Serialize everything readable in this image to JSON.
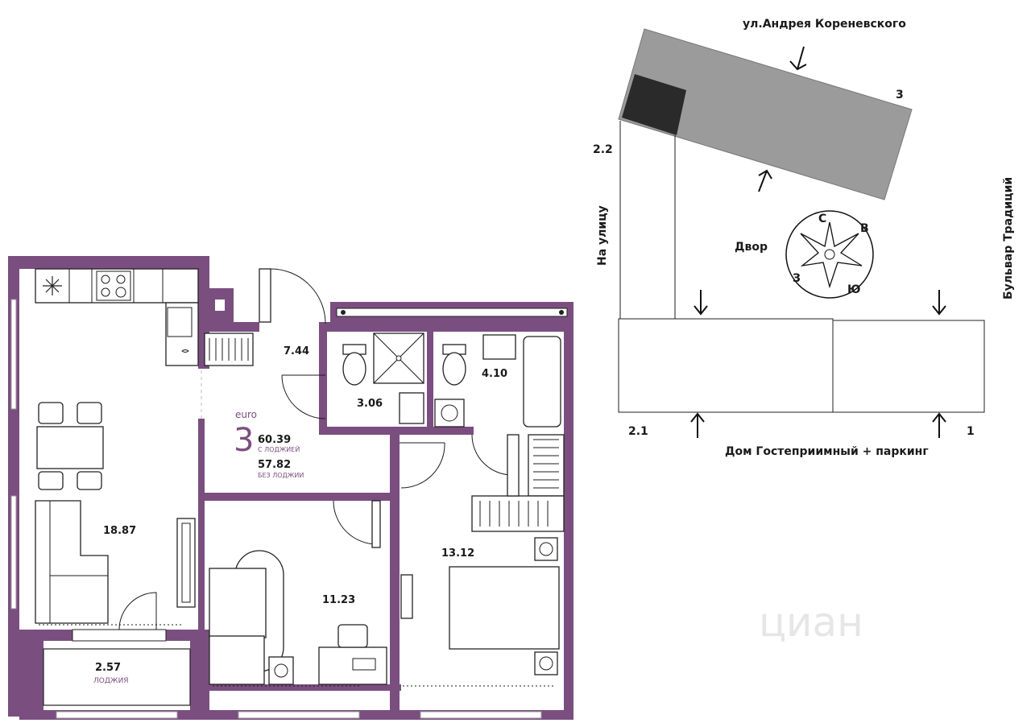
{
  "floorplan": {
    "rooms": {
      "kitchen_living": "18.87",
      "hall": "7.44",
      "bath1": "3.06",
      "bath2": "4.10",
      "bedroom1": "11.23",
      "bedroom2": "13.12",
      "loggia": "2.57",
      "loggia_label": "ЛОДЖИЯ"
    },
    "summary": {
      "type_label": "euro",
      "rooms_count": "3",
      "area_with": "60.39",
      "area_with_label": "С ЛОДЖИЕЙ",
      "area_without": "57.82",
      "area_without_label": "БЕЗ ЛОДЖИИ"
    },
    "watermark": "циан"
  },
  "siteplan": {
    "street_top": "ул.Андрея Кореневского",
    "street_bottom": "Дом Гостеприимный + паркинг",
    "street_left": "На улицу",
    "street_right": "Бульвар Традиций",
    "yard": "Двор",
    "building_labels": [
      "3",
      "2.2",
      "2.1",
      "1"
    ],
    "compass": {
      "n": "С",
      "e": "В",
      "s": "Ю",
      "w": "З"
    }
  },
  "colors": {
    "wall": "#7b4e80",
    "building": "#9b9b9b",
    "building_dark": "#2a2a2a"
  }
}
